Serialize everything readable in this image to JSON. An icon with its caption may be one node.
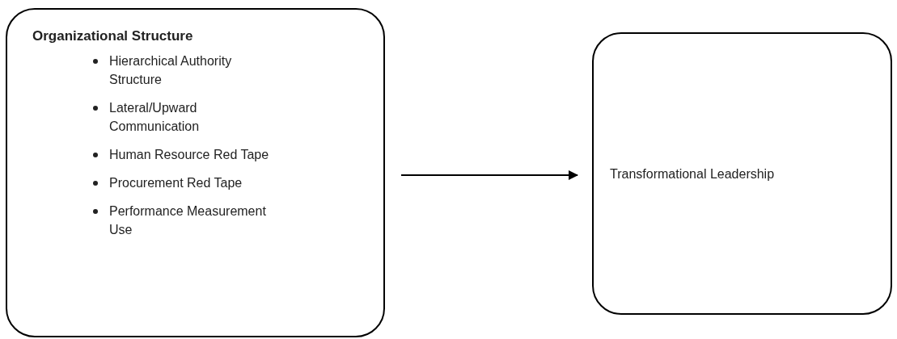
{
  "diagram": {
    "nodes": [
      {
        "text": [
          "Organizational Structure",
          "Hierarchical Authority Structure",
          "Lateral/Upward Communication",
          "Human Resource Red Tape",
          "Procurement Red Tape",
          "Performance Measurement Use"
        ]
      },
      {
        "text": [
          "Transformational Leadership"
        ]
      }
    ],
    "edges": [
      {
        "from": 0,
        "to": 1,
        "arrow": "to"
      }
    ]
  }
}
